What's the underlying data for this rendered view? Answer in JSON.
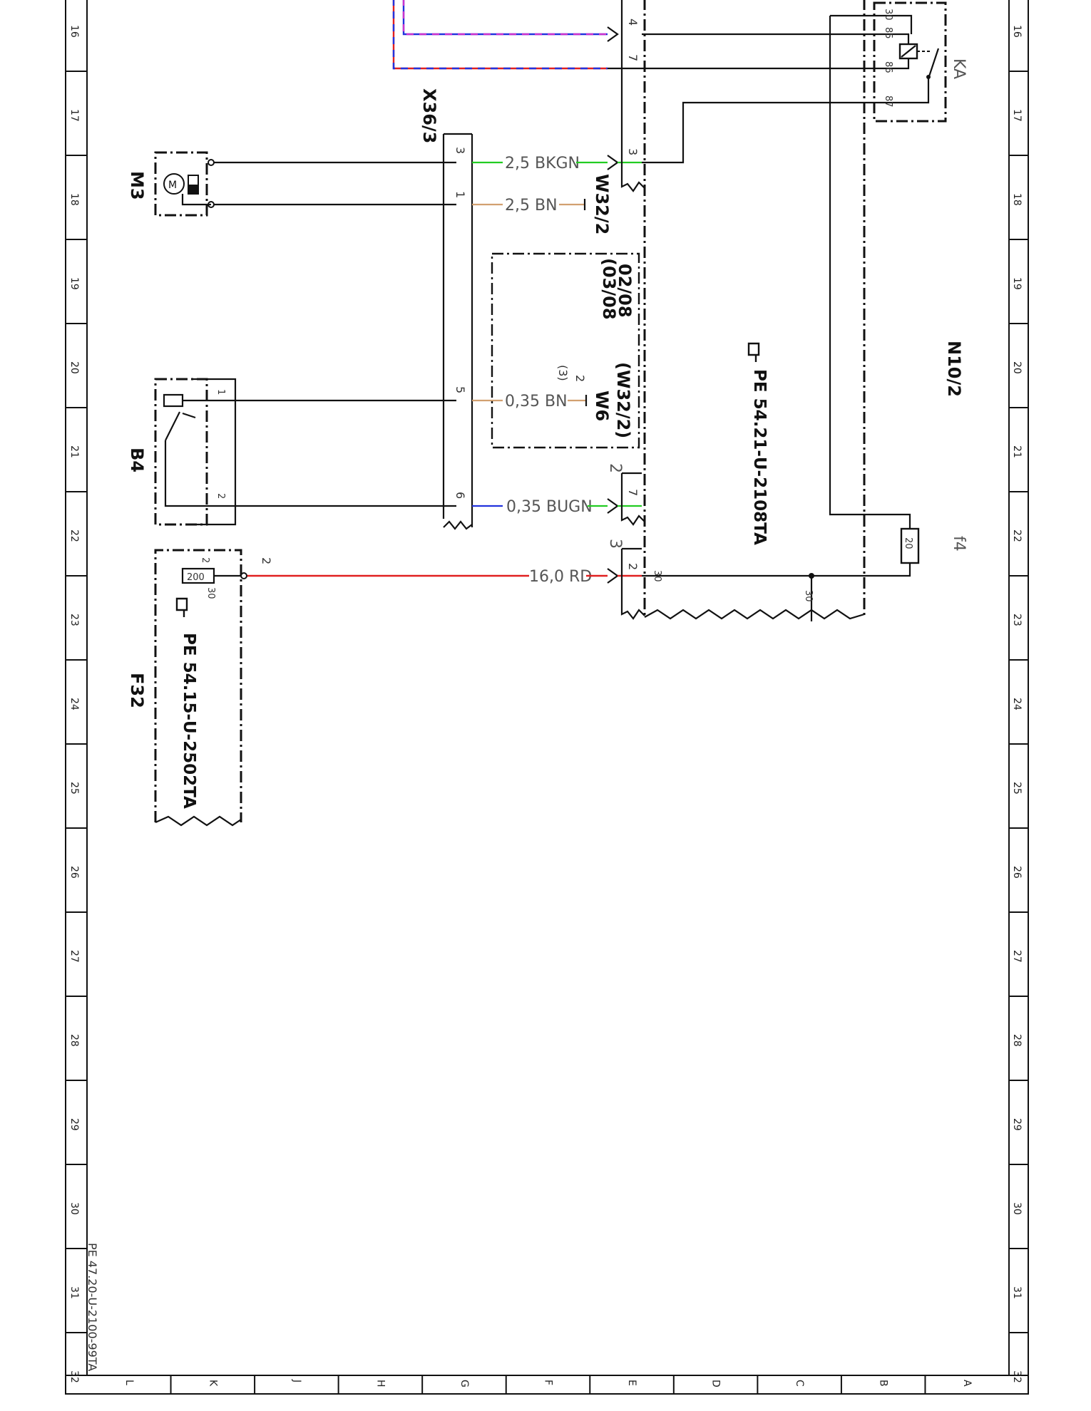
{
  "ruler": {
    "rows": [
      "16",
      "17",
      "18",
      "19",
      "20",
      "21",
      "22",
      "23",
      "24",
      "25",
      "26",
      "27",
      "28",
      "29",
      "30",
      "31",
      "32"
    ],
    "columns": [
      "L",
      "K",
      "J",
      "H",
      "G",
      "F",
      "E",
      "D",
      "C",
      "B",
      "A"
    ]
  },
  "components": {
    "m3": "M3",
    "b4": "B4",
    "f32": "F32",
    "x36_3": "X36/3",
    "w32_2": "W32/2",
    "w32_2_paren": "(W32/2)",
    "w6": "W6",
    "n10_2": "N10/2",
    "f4": "f4",
    "ka": "KA"
  },
  "references": {
    "n10_2_ref": "PE 54.21-U-2108TA",
    "f32_ref": "PE 54.15-U-2502TA",
    "sheet_id": "PE 47.20-U-2100-99TA"
  },
  "date_range": {
    "start": "02/08",
    "end": "(03/08"
  },
  "wires": {
    "w1": "2,5 BKGN",
    "w2": "2,5 BN",
    "w3": "0,35 BN",
    "w4": "0,35 BUGN",
    "w5": "16,0 RD"
  },
  "colors": {
    "green": "#22cc22",
    "brown": "#d2a070",
    "red": "#e02020",
    "blue": "#2233dd",
    "magenta": "#cc33cc"
  },
  "pins": {
    "x36_3": [
      "3",
      "1",
      "5",
      "6"
    ],
    "n10_2_top": [
      "4",
      "7",
      "3"
    ],
    "n10_2_bottom": [
      "7",
      "2"
    ],
    "relay": [
      "30",
      "85",
      "86",
      "87"
    ],
    "b4": [
      "1",
      "2"
    ],
    "f32": [
      "2",
      "30"
    ],
    "f32_fuse": "200",
    "f4_fuse": "20",
    "bus_30": "30",
    "w6_pin": "2",
    "w6_paren": "(3)",
    "n10_2_label_2a": "2",
    "n10_2_label_3": "3",
    "f32_out": "2"
  },
  "icons": [
    "motor-icon",
    "switch-icon",
    "fuse-icon",
    "relay-icon",
    "pointing-hand-icon"
  ]
}
